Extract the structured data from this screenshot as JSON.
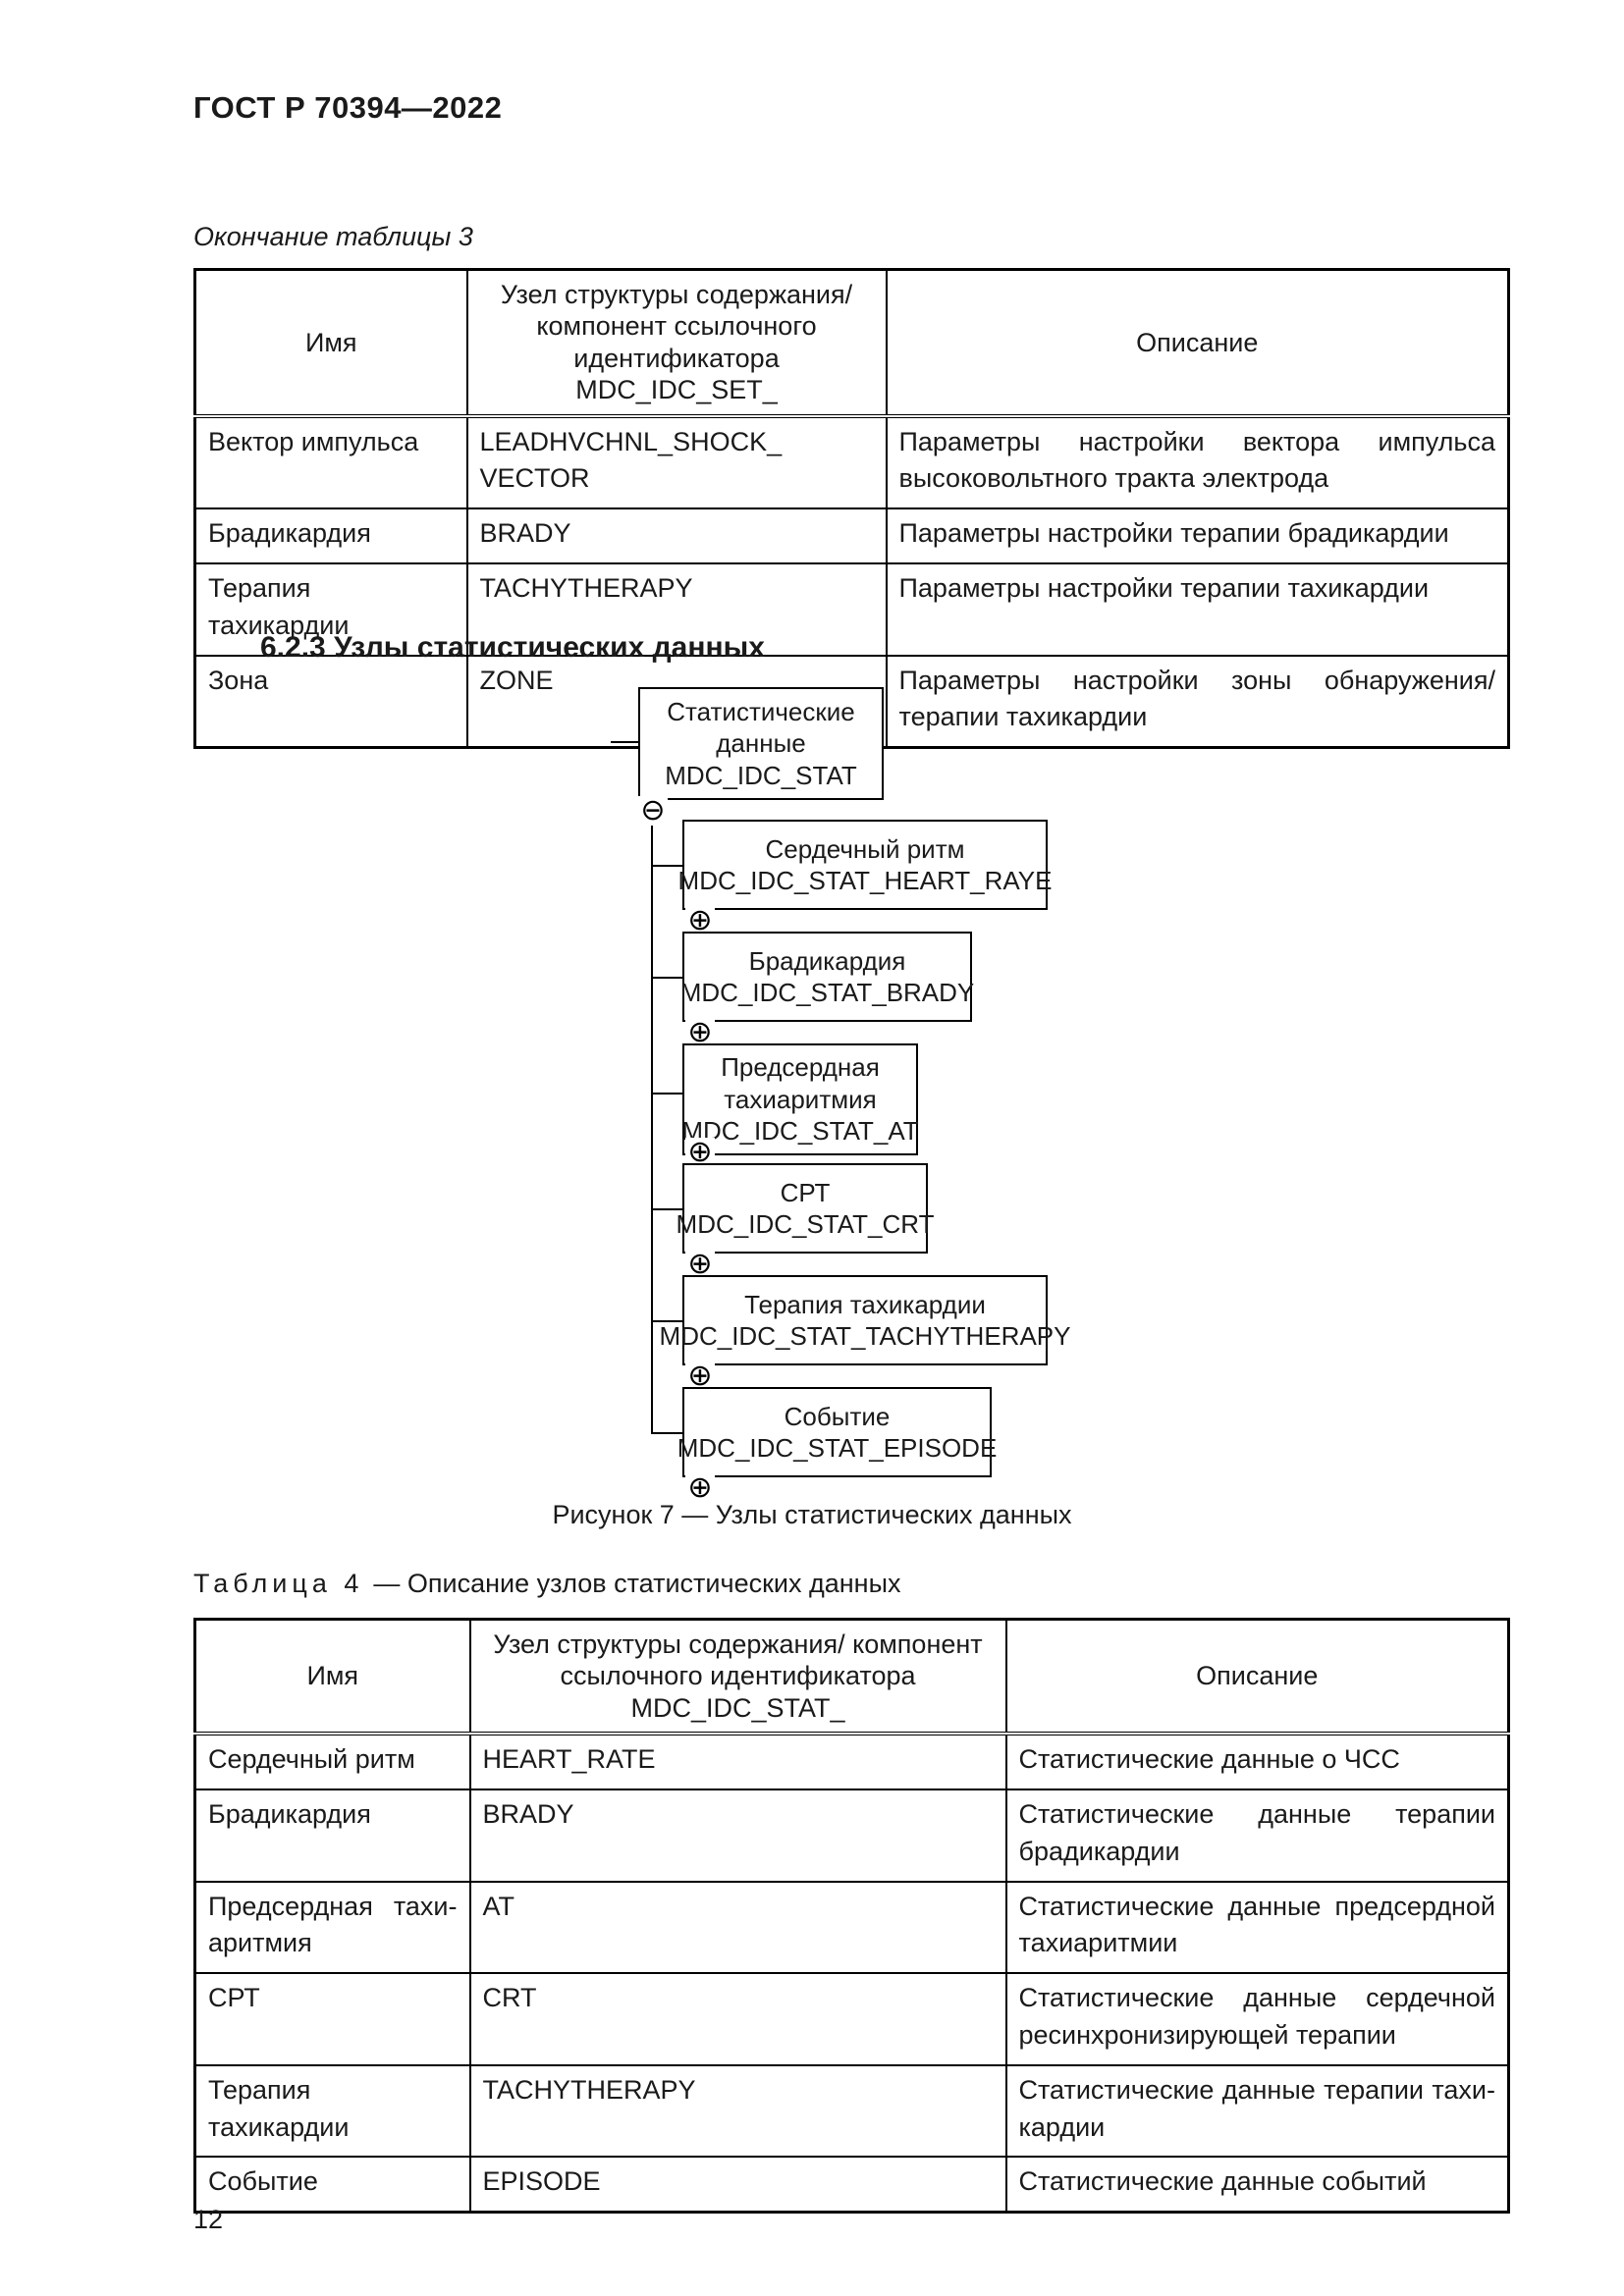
{
  "page": {
    "header": "ГОСТ Р 70394—2022",
    "table3_continuation": "Окончание таблицы 3",
    "section_heading": "6.2.3 Узлы статистических данных",
    "page_number": "12"
  },
  "table3": {
    "columns": [
      "Имя",
      "Узел структуры содержания/\nкомпонент ссылочного\nидентификатора MDC_IDC_SET_",
      "Описание"
    ],
    "rows": [
      {
        "name": "Вектор импульса",
        "node": "LEADHVCHNL_SHOCK_\nVECTOR",
        "description": "Параметры настройки вектора импульса высоко­вольтного тракта электрода"
      },
      {
        "name": "Брадикардия",
        "node": "BRADY",
        "description": "Параметры настройки терапии брадикардии"
      },
      {
        "name": "Терапия тахикардии",
        "node": "TACHYTHERAPY",
        "description": "Параметры настройки терапии тахикардии"
      },
      {
        "name": "Зона",
        "node": "ZONE",
        "description": "Параметры настройки зоны обнаружения/терапии тахикардии"
      }
    ]
  },
  "figure": {
    "root": {
      "name": "Статистические данные",
      "code": "MDC_IDC_STAT"
    },
    "children": [
      {
        "name": "Сердечный ритм",
        "code": "MDC_IDC_STAT_HEART_RAYE"
      },
      {
        "name": "Брадикардия",
        "code": "MDC_IDC_STAT_BRADY"
      },
      {
        "name": "Предсердная тахиаритмия",
        "code": "MDC_IDC_STAT_AT"
      },
      {
        "name": "СРТ",
        "code": "MDC_IDC_STAT_CRT"
      },
      {
        "name": "Терапия тахикардии",
        "code": "MDC_IDC_STAT_TACHYTHERAPY"
      },
      {
        "name": "Событие",
        "code": "MDC_IDC_STAT_EPISODE"
      }
    ],
    "icons": {
      "minus": "⊖",
      "plus": "⊕"
    },
    "caption": "Рисунок 7 — Узлы статистических данных"
  },
  "table4": {
    "label": "Таблица 4",
    "title_rest": "— Описание узлов статистических данных",
    "columns": [
      "Имя",
      "Узел структуры содержания/ компонент\nссылочного идентификатора MDC_IDC_STAT_",
      "Описание"
    ],
    "rows": [
      {
        "name": "Сердечный ритм",
        "node": "HEART_RATE",
        "description": "Статистические данные о ЧСС"
      },
      {
        "name": "Брадикардия",
        "node": "BRADY",
        "description": "Статистические данные терапии бради­кардии"
      },
      {
        "name": "Предсердная тахи­аритмия",
        "node": "AT",
        "description": "Статистические данные предсердной та­хиаритмии"
      },
      {
        "name": "СРТ",
        "node": "CRT",
        "description": "Статистические данные сердечной ре­синхронизирующей терапии"
      },
      {
        "name": "Терапия тахикардии",
        "node": "TACHYTHERAPY",
        "description": "Статистические данные терапии тахи­кардии"
      },
      {
        "name": "Событие",
        "node": "EPISODE",
        "description": "Статистические данные событий"
      }
    ]
  }
}
